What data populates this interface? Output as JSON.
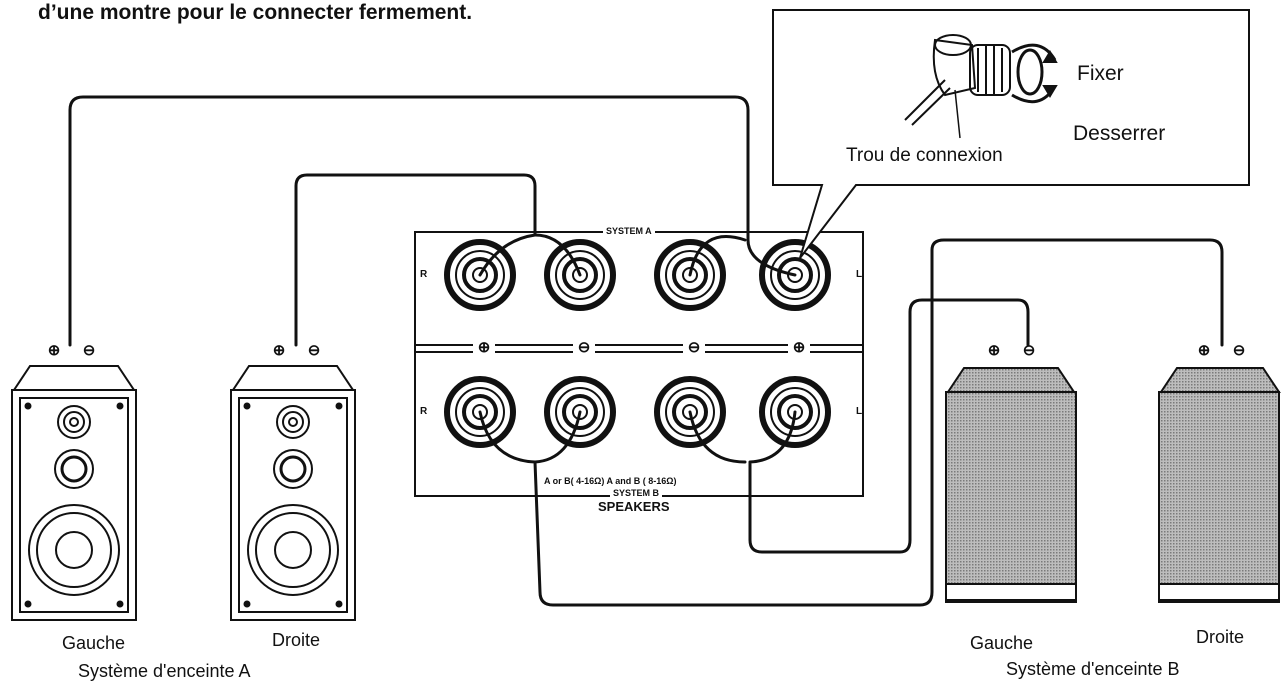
{
  "instruction_text_fragment": "d’une montre pour le connecter fermement.",
  "callout": {
    "tighten": "Fixer",
    "loosen": "Desserrer",
    "hole": "Trou de connexion"
  },
  "panel": {
    "system_a": "SYSTEM A",
    "system_b": "SYSTEM B",
    "impedance": "A or B( 4-16Ω) A  and B ( 8-16Ω)",
    "speakers": "SPEAKERS",
    "right": "R",
    "left": "L",
    "polarity": [
      "⊕",
      "⊖",
      "⊖",
      "⊕"
    ]
  },
  "speaker_set_a": {
    "left_label": "Gauche",
    "right_label": "Droite",
    "system_label": "Système d'enceinte A",
    "plus": "⊕",
    "minus": "⊖"
  },
  "speaker_set_b": {
    "left_label": "Gauche",
    "right_label": "Droite",
    "system_label": "Système d'enceinte B",
    "plus": "⊕",
    "minus": "⊖"
  },
  "colors": {
    "ink": "#111111",
    "paper": "#ffffff",
    "grille": "#9a9a9a"
  }
}
